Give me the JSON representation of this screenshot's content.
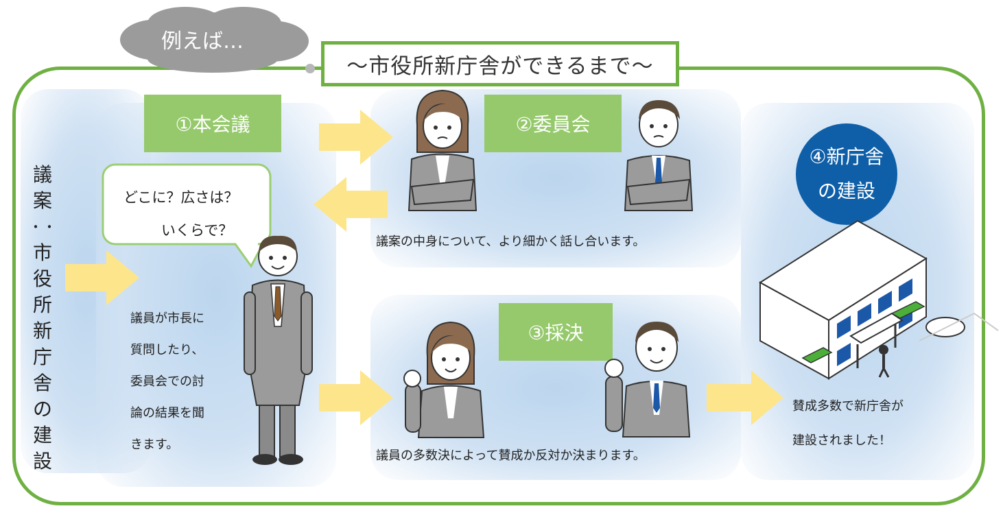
{
  "cloud_text": "例えば…",
  "title": "〜市役所新庁舎ができるまで〜",
  "vertical_label": [
    "議",
    "案",
    "・・",
    "市",
    "役",
    "所",
    "新",
    "庁",
    "舎",
    "の",
    "建",
    "設"
  ],
  "steps": {
    "plenary": "①本会議",
    "committee": "②委員会",
    "vote": "③採決",
    "construction_line1": "④新庁舎",
    "construction_line2": "の建設"
  },
  "speech_bubble": {
    "line1": "どこに？広さは？",
    "line2": "いくらで？"
  },
  "plenary_desc": [
    "議員が市長に",
    "質問したり、",
    "委員会での討",
    "論の結果を聞",
    "きます。"
  ],
  "committee_desc": "議案の中身について、より細かく話し合います。",
  "vote_desc": "議員の多数決によって賛成か反対か決まります。",
  "construction_desc": [
    "賛成多数で新庁舎が",
    "建設されました！"
  ],
  "colors": {
    "frame_green": "#6fb043",
    "label_green": "#95c96b",
    "arrow_yellow": "#fde58c",
    "circle_blue": "#0f5fa8",
    "glow_blue": "#cfe1f3",
    "cloud_gray": "#9b9b9b"
  }
}
